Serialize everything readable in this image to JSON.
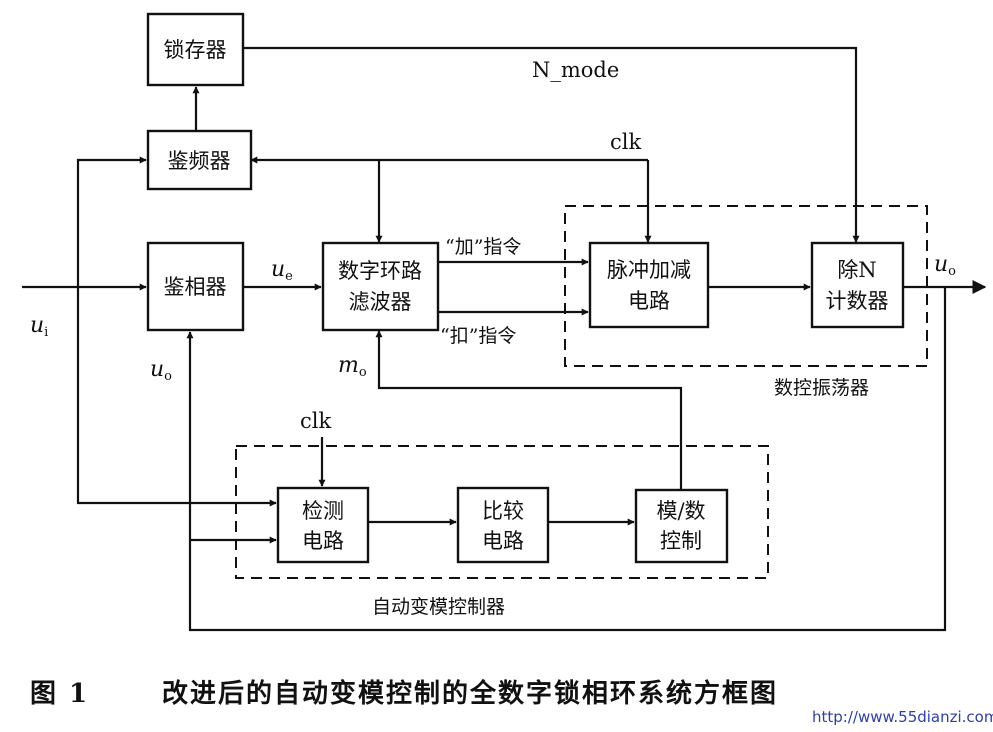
{
  "blocks": {
    "latch": "锁存器",
    "freq_detector": "鉴频器",
    "phase_detector": "鉴相器",
    "loop_filter": [
      "数字环路",
      "滤波器"
    ],
    "pulse_addsub": [
      "脉冲加减",
      "电路"
    ],
    "divide_n": [
      "除N",
      "计数器"
    ],
    "detect": [
      "检测",
      "电路"
    ],
    "compare": [
      "比较",
      "电路"
    ],
    "mode_control": [
      "模/数",
      "控制"
    ]
  },
  "signals": {
    "ui": "u",
    "ui_sub": "i",
    "ue": "u",
    "ue_sub": "e",
    "uo_out": "u",
    "uo_out_sub": "o",
    "uo_feedback": "u",
    "uo_feedback_sub": "o",
    "mo": "m",
    "mo_sub": "o",
    "n_mode": "N_mode",
    "clk_top": "clk",
    "clk_bottom": "clk",
    "add_cmd": "“加”指令",
    "sub_cmd": "“扣”指令"
  },
  "groups": {
    "dco": "数控振荡器",
    "auto_mode": "自动变模控制器"
  },
  "caption": {
    "figure_no": "图 1",
    "text": "改进后的自动变模控制的全数字锁相环系统方框图"
  },
  "watermark": "http://www.55dianzi.com"
}
